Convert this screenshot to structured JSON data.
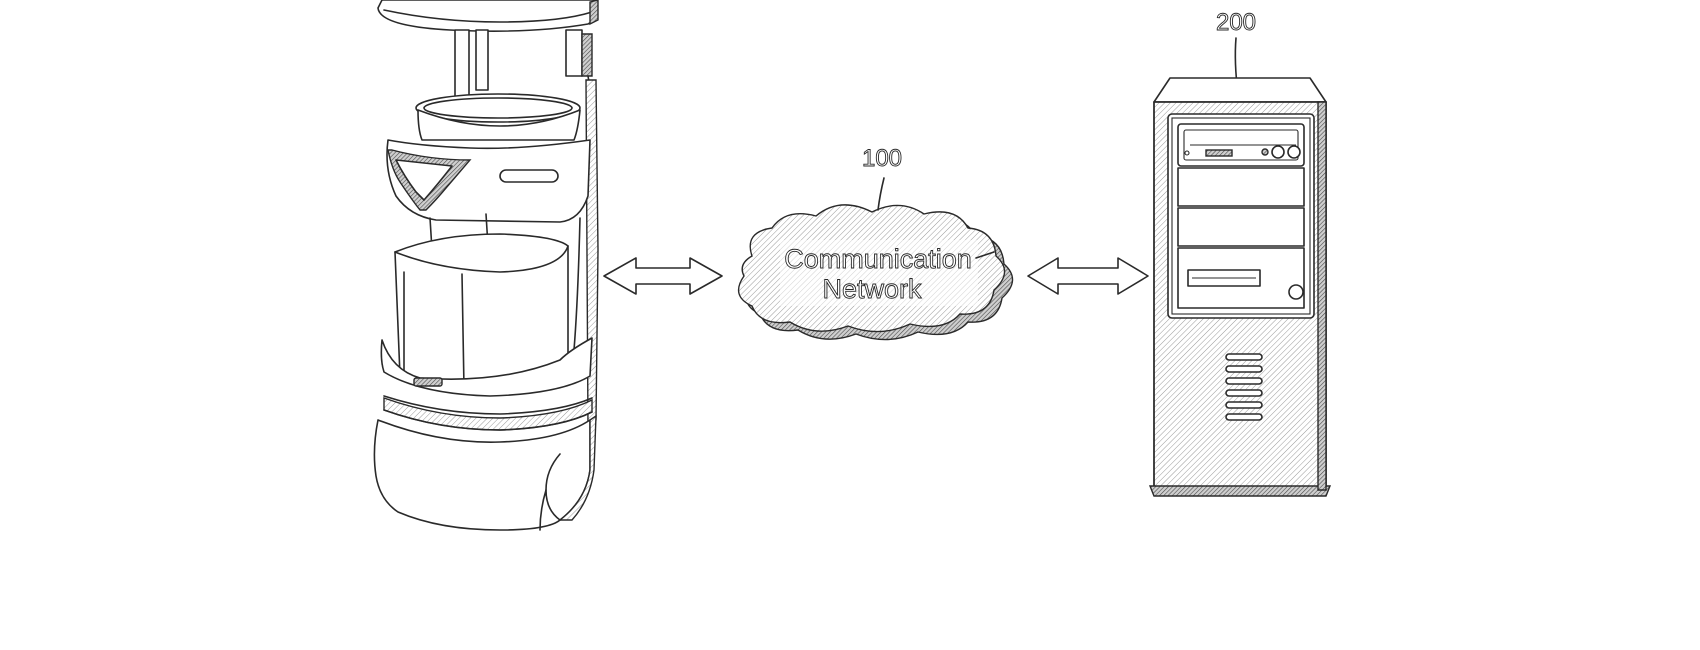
{
  "figure": {
    "network": {
      "reference_number": "100",
      "label_line1": "Communication",
      "label_line2": "Network"
    },
    "server": {
      "reference_number": "200"
    }
  }
}
